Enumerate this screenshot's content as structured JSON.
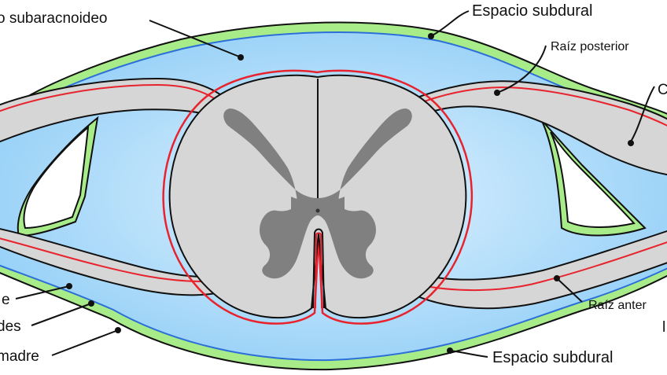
{
  "labels": {
    "subarachnoid": "o subaracnoideo",
    "subdural_top": "Espacio subdural",
    "posterior_root": "Raíz posterior",
    "cut_right": "C",
    "pia_cut": "e",
    "arachnoid_cut": "des",
    "dura_cut": "madre",
    "anterior_root": "Raíz anter",
    "cut_right_lower": "l",
    "subdural_bottom": "Espacio subdural"
  },
  "colors": {
    "dura_green": "#a8ec8a",
    "arachnoid_blue": "#2d6fd8",
    "pia_red": "#e8232d",
    "csf_light": "#e1f3ff",
    "csf_mid": "#96d0f7",
    "cord_gray": "#d6d6d6",
    "gray_matter": "#808080",
    "outline": "#111111"
  }
}
